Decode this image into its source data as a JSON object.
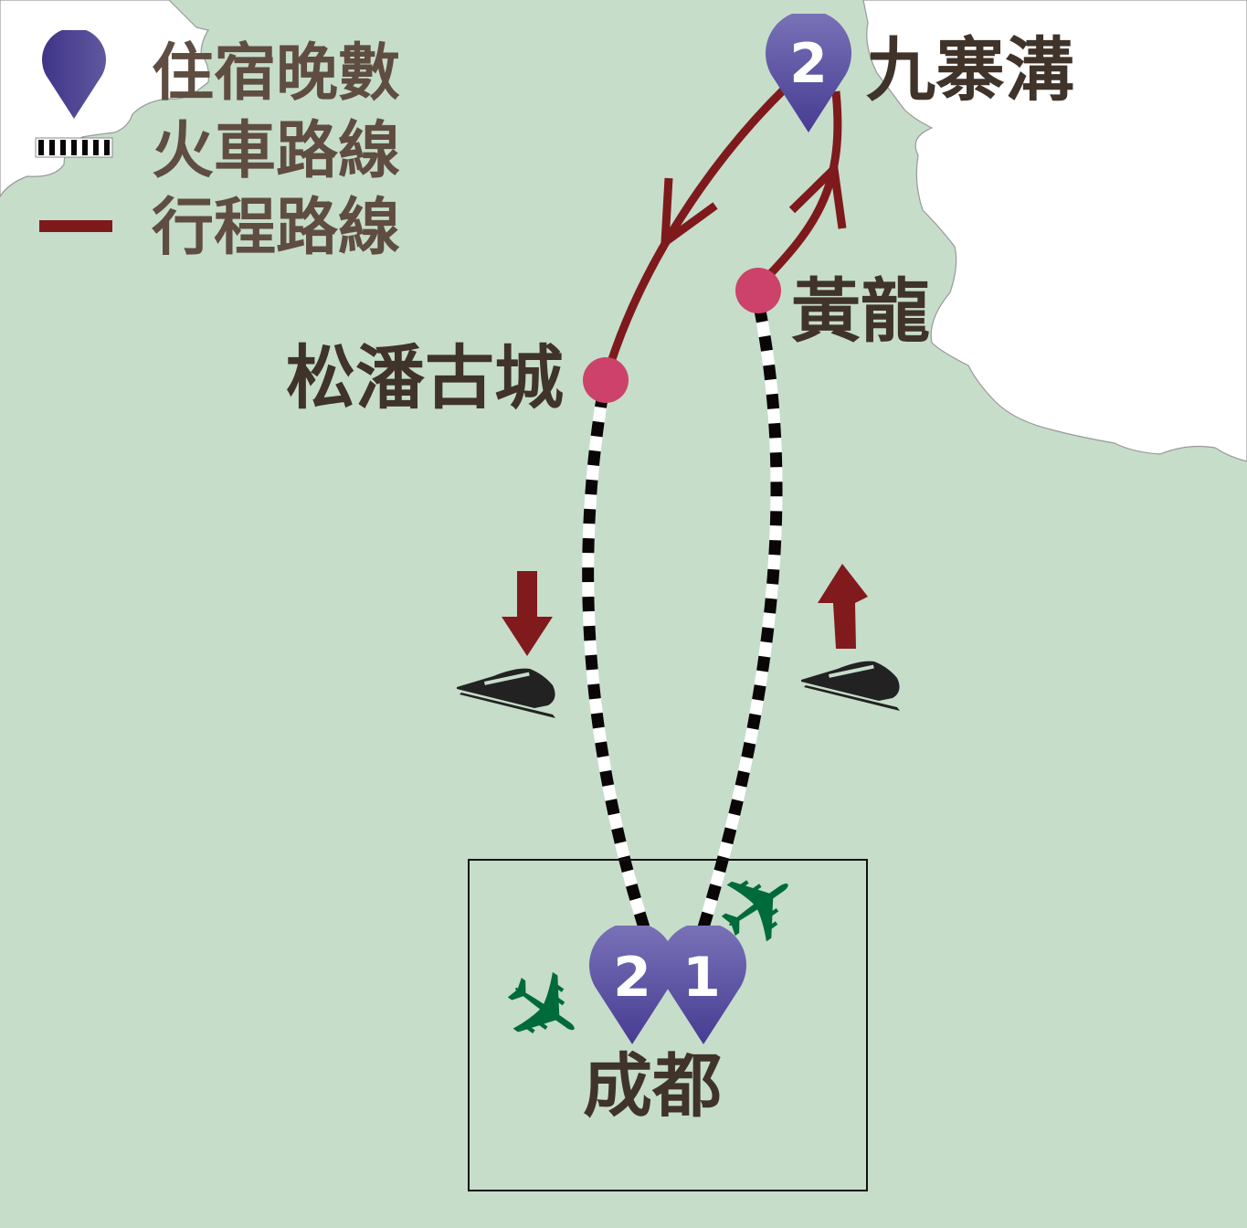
{
  "legend": {
    "items": [
      {
        "icon": "pin-icon",
        "label": "住宿晚數"
      },
      {
        "icon": "railway-icon",
        "label": "火車路線"
      },
      {
        "icon": "route-line-icon",
        "label": "行程路線"
      }
    ]
  },
  "places": {
    "jiuzhaigou": {
      "label": "九寨溝",
      "nights": "2"
    },
    "huanglong": {
      "label": "黃龍"
    },
    "songpan": {
      "label": "松潘古城"
    },
    "chengdu": {
      "label": "成都",
      "nights_first": "1",
      "nights_last": "2"
    }
  },
  "colors": {
    "land": "#c6ddca",
    "outside": "#ffffff",
    "route": "#7e1a1c",
    "pin": "#4a3f8c",
    "stop": "#cc426a",
    "plane": "#006b3a",
    "text": "#3f332a"
  }
}
